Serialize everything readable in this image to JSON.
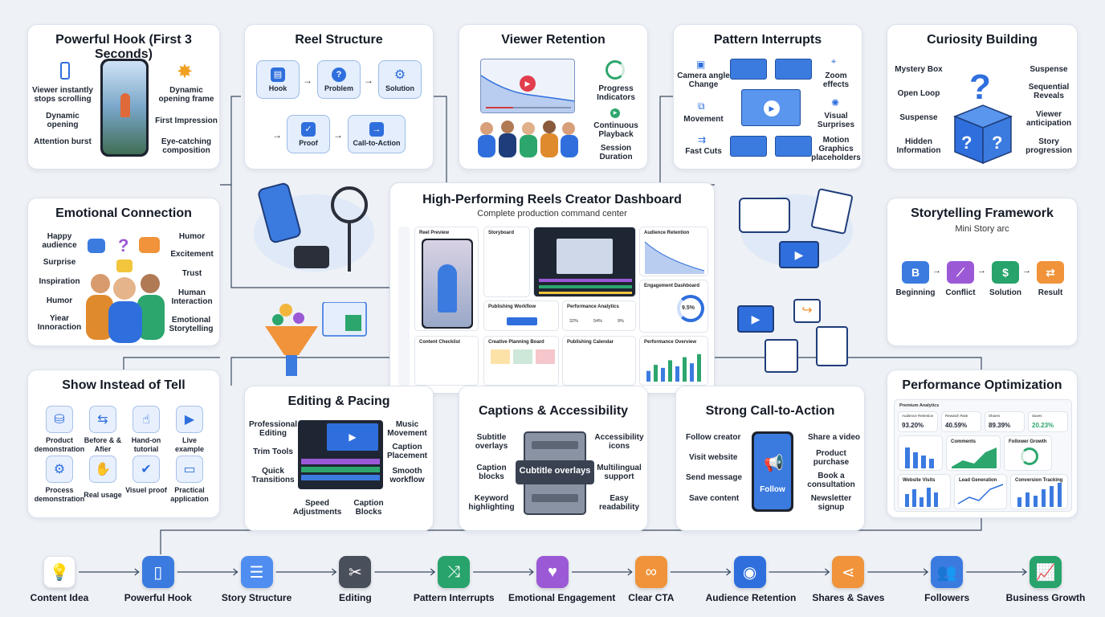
{
  "hook": {
    "title": "Powerful Hook (First 3 Seconds)",
    "left": [
      "Viewer instantly stops scrolling",
      "Dynamic opening",
      "Attention burst"
    ],
    "right": [
      "Dynamic opening frame",
      "First Impression",
      "Eye-catching composition"
    ]
  },
  "structure": {
    "title": "Reel Structure",
    "steps": [
      {
        "label": "Hook",
        "icon": "film-icon"
      },
      {
        "label": "Problem",
        "icon": "question-icon"
      },
      {
        "label": "Solution",
        "icon": "gear-icon"
      },
      {
        "label": "Proof",
        "icon": "check-icon"
      },
      {
        "label": "Call-to-Action",
        "icon": "arrow-icon"
      }
    ]
  },
  "retention": {
    "title": "Viewer Retention",
    "labels": [
      "Progress Indicators",
      "Continuous Playback",
      "Session Duration"
    ]
  },
  "interrupts": {
    "title": "Pattern Interrupts",
    "left": [
      "Camera angle Change",
      "Movement",
      "Fast Cuts"
    ],
    "right": [
      "Zoom effects",
      "Visual Surprises",
      "Motion Graphics placeholders"
    ]
  },
  "curiosity": {
    "title": "Curiosity Building",
    "left": [
      "Mystery Box",
      "Open Loop",
      "Suspense",
      "Hidden Information"
    ],
    "right": [
      "Suspense",
      "Sequential Reveals",
      "Viewer anticipation",
      "Story progression"
    ]
  },
  "emotional": {
    "title": "Emotional Connection",
    "left": [
      "Happy audience",
      "Surprise",
      "Inspiration",
      "Humor",
      "Yiear Innoraction"
    ],
    "right": [
      "Humor",
      "Excitement",
      "Trust",
      "Human Interaction",
      "Emotional Storytelling"
    ]
  },
  "dashboard": {
    "title": "High-Performing Reels Creator Dashboard",
    "subtitle": "Complete production command center",
    "panels": {
      "preview": "Reel Preview",
      "storyboard": "Storyboard",
      "retention": "Audience Retention",
      "engagement": "Engagement Dashboard",
      "engagement_value": "9.5%",
      "workflow": "Publishing Workflow",
      "analytics": "Performance Analytics",
      "analytics_values": [
        "32%",
        "54%",
        "9%"
      ],
      "checklist": "Content Checklist",
      "planning": "Creative Planning Board",
      "calendar": "Publishing Calendar",
      "overview": "Performance Overview",
      "overview_bars": [
        0.35,
        0.55,
        0.45,
        0.7,
        0.5,
        0.8,
        0.6,
        0.9
      ]
    }
  },
  "storytelling": {
    "title": "Storytelling Framework",
    "subtitle": "Mini Story arc",
    "steps": [
      {
        "label": "Beginning",
        "glyph": "B",
        "color": "#3b7be0"
      },
      {
        "label": "Conflict",
        "glyph": "⟋",
        "color": "#9b59d6"
      },
      {
        "label": "Solution",
        "glyph": "$",
        "color": "#27a36b"
      },
      {
        "label": "Result",
        "glyph": "⇄",
        "color": "#f0933a"
      }
    ]
  },
  "show": {
    "title": "Show Instead of Tell",
    "items": [
      "Product demonstration",
      "Before & & Afier",
      "Hand-on tutorial",
      "Live example",
      "Process demonstration",
      "Real usage",
      "Visuel proof",
      "Practical application"
    ]
  },
  "editing": {
    "title": "Editing & Pacing",
    "left": [
      "Professional Editing",
      "Trim Tools",
      "Quick Transitions"
    ],
    "right": [
      "Music Movement",
      "Caption Placement",
      "Smooth workflow"
    ],
    "bottom": [
      "Speed Adjustments",
      "Caption Blocks"
    ]
  },
  "captions": {
    "title": "Captions & Accessibility",
    "left": [
      "Subtitle overlays",
      "Caption blocks",
      "Keyword highlighting"
    ],
    "right": [
      "Accessibility icons",
      "Multilingual support",
      "Easy readability"
    ],
    "overlay": "Cubtitle overlays"
  },
  "cta": {
    "title": "Strong Call-to-Action",
    "left": [
      "Follow creator",
      "Visit website",
      "Send message",
      "Save content"
    ],
    "right": [
      "Share a video",
      "Product purchase",
      "Book a consultation",
      "Newsletter signup"
    ],
    "button": "Follow"
  },
  "optimization": {
    "title": "Performance Optimization",
    "header": "Premium Analytics",
    "kpis": [
      {
        "label": "Audience Retention",
        "value": "93.20%"
      },
      {
        "label": "Rewatch Rate",
        "value": "40.59%"
      },
      {
        "label": "Shares",
        "value": "89.39%"
      },
      {
        "label": "Saves",
        "value": "20.23%"
      }
    ],
    "panels": [
      "Comments",
      "Follower Growth",
      "Website Visits",
      "Lead Generation",
      "Conversion Tracking"
    ]
  },
  "pipeline": [
    {
      "label": "Content Idea",
      "icon": "lightbulb-icon",
      "glyph": "💡",
      "color": "#ffffff"
    },
    {
      "label": "Powerful Hook",
      "icon": "phone-icon",
      "glyph": "▯",
      "color": "#3b7be0"
    },
    {
      "label": "Story Structure",
      "icon": "document-icon",
      "glyph": "☰",
      "color": "#4f8ef0"
    },
    {
      "label": "Editing",
      "icon": "scissors-icon",
      "glyph": "✂",
      "color": "#4a4f5c"
    },
    {
      "label": "Pattern Interrupts",
      "icon": "shuffle-icon",
      "glyph": "⤨",
      "color": "#27a36b"
    },
    {
      "label": "Emotional Engagement",
      "icon": "heart-icon",
      "glyph": "♥",
      "color": "#9b59d6"
    },
    {
      "label": "Clear CTA",
      "icon": "link-icon",
      "glyph": "∞",
      "color": "#f0933a"
    },
    {
      "label": "Audience Retention",
      "icon": "eye-icon",
      "glyph": "◉",
      "color": "#2f6fdd"
    },
    {
      "label": "Shares & Saves",
      "icon": "share-icon",
      "glyph": "⋖",
      "color": "#f0933a"
    },
    {
      "label": "Followers",
      "icon": "users-icon",
      "glyph": "👥",
      "color": "#3b7be0"
    },
    {
      "label": "Business Growth",
      "icon": "growth-chart-icon",
      "glyph": "📈",
      "color": "#27a36b"
    }
  ]
}
